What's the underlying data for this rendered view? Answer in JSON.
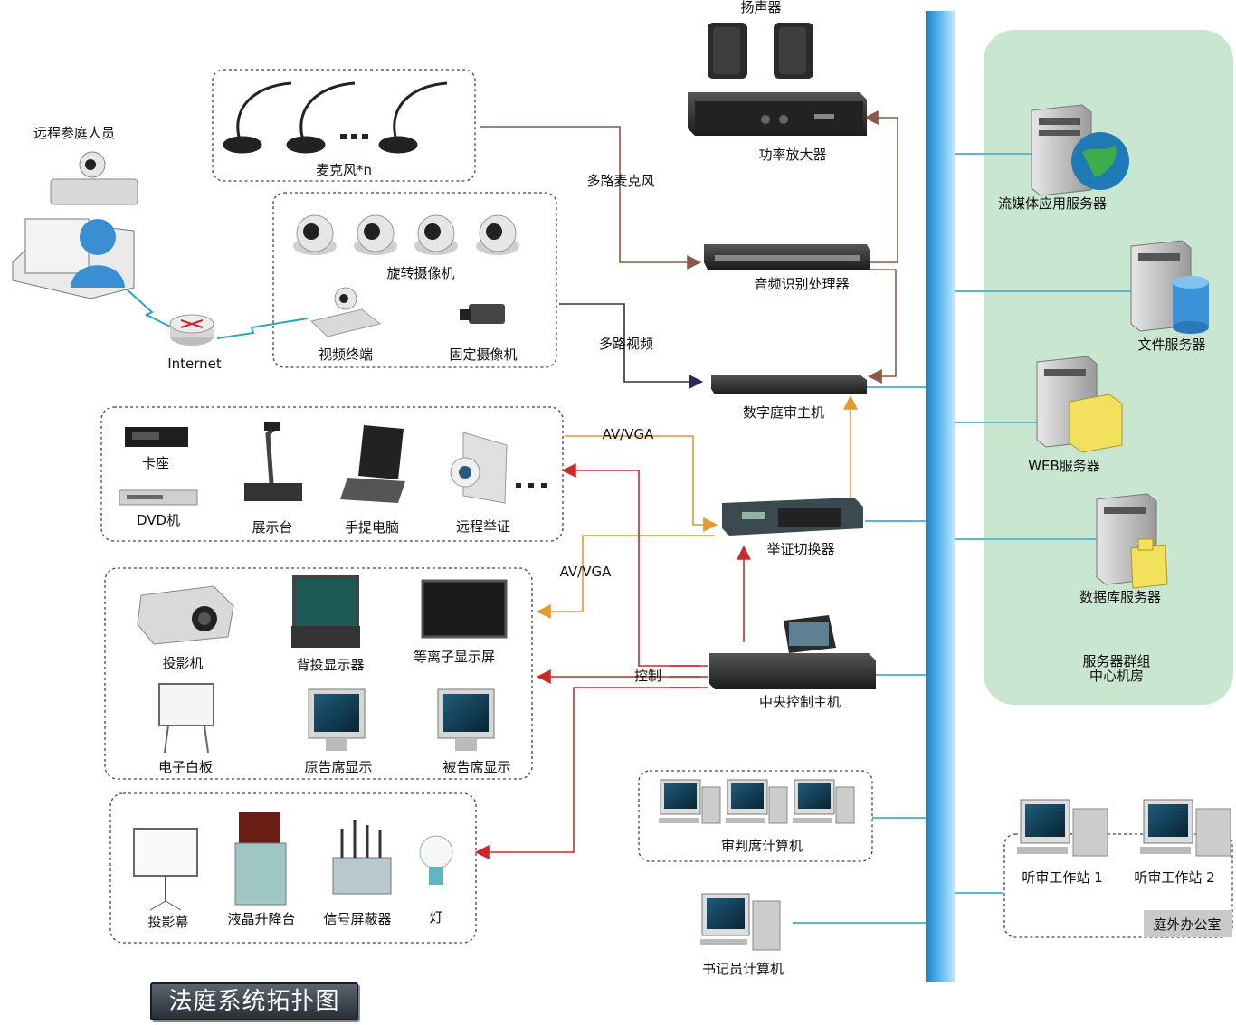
{
  "title": "法庭系统拓扑图",
  "labels": {
    "remote": "远程参庭人员",
    "internet": "Internet",
    "mics": "麦克风*n",
    "speakers": "扬声器",
    "amp": "功率放大器",
    "multimic": "多路麦克风",
    "ptz": "旋转摄像机",
    "vterm": "视频终端",
    "fixcam": "固定摄像机",
    "audioproc": "音频识别处理器",
    "multivideo": "多路视频",
    "host": "数字庭审主机",
    "avvga1": "AV/VGA",
    "avvga2": "AV/VGA",
    "deck": "卡座",
    "dvd": "DVD机",
    "booth": "展示台",
    "laptop": "手提电脑",
    "remotevid": "远程举证",
    "switcher": "举证切换器",
    "projector": "投影机",
    "rearproj": "背投显示器",
    "plasma": "等离子显示屏",
    "whiteboard": "电子白板",
    "plaintiff": "原告席显示",
    "defendant": "被告席显示",
    "control": "控制",
    "central": "中央控制主机",
    "screen": "投影幕",
    "lcdlift": "液晶升降台",
    "jammer": "信号屏蔽器",
    "lamp": "灯",
    "judgepc": "审判席计算机",
    "clerkpc": "书记员计算机",
    "ws1": "听审工作站 1",
    "ws2": "听审工作站 2",
    "outside": "庭外办公室",
    "stream": "流媒体应用服务器",
    "fileserver": "文件服务器",
    "web": "WEB服务器",
    "db": "数据库服务器",
    "group1": "服务器群组",
    "group2": "中心机房"
  },
  "colors": {
    "backbone": "#2f8fd6",
    "backbone_light": "#8fd0f5",
    "net_line": "#5bb7d6",
    "brown": "#8a5a44",
    "orange": "#e39a2e",
    "red": "#cc2a2a",
    "dark": "#333333",
    "server_panel": "#c8e6d0"
  }
}
